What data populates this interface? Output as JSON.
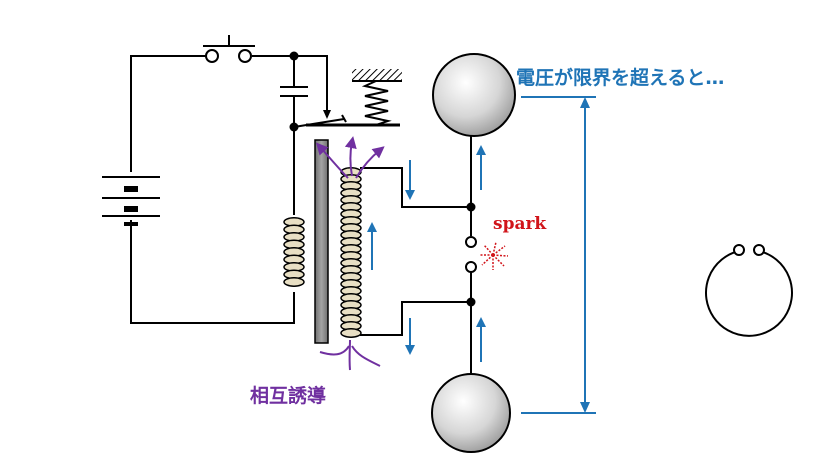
{
  "labels": {
    "voltage_limit": "電圧が限界を超えると…",
    "spark": "spark",
    "mutual_induction": "相互誘導"
  },
  "colors": {
    "wire": "#000000",
    "current_arrow": "#1f74b6",
    "flux_arrow": "#7030a0",
    "spark": "#d1141a",
    "core": "#8c8c8c",
    "coil": "#e8dfc4"
  },
  "components": [
    "battery",
    "push-switch",
    "capacitor",
    "interrupter-contact",
    "spring",
    "primary-coil",
    "iron-core",
    "secondary-coil",
    "spark-gap",
    "sphere-electrodes",
    "coherer-loop"
  ]
}
